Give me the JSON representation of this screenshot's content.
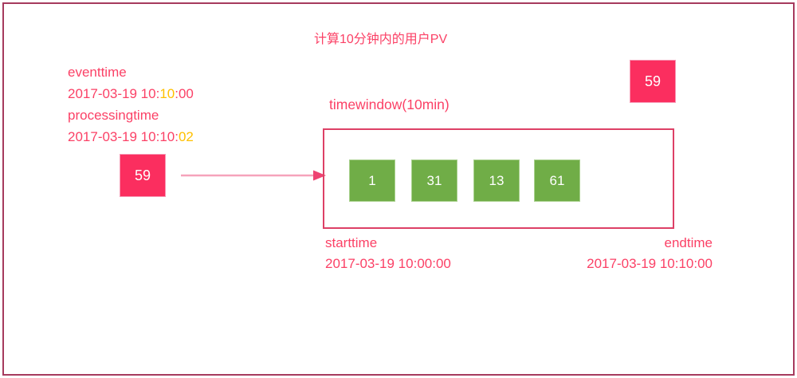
{
  "page": {
    "title": "计算10分钟内的用户PV"
  },
  "colors": {
    "page_border": "#A63A5E",
    "pink_text": "#FB4166",
    "gold_highlight": "#FFC000",
    "event_box_fill": "#FB2E5F",
    "event_box_border": "#F795B2",
    "window_border": "#DD4066",
    "green_fill": "#70AD47",
    "green_border": "#A9D18E",
    "arrow_line": "#F6A3BB",
    "arrow_head": "#EE4372"
  },
  "event_info": {
    "eventtime_label": "eventtime",
    "eventtime_prefix": "2017-03-19 10:",
    "eventtime_highlight": "10",
    "eventtime_suffix": ":00",
    "processingtime_label": "processingtime",
    "processingtime_prefix": "2017-03-19 10:10:",
    "processingtime_highlight": "02"
  },
  "incoming_event": {
    "value": "59"
  },
  "corner_event": {
    "value": "59"
  },
  "window": {
    "label": "timewindow(10min)",
    "elements": [
      "1",
      "31",
      "13",
      "61"
    ],
    "starttime_label": "starttime",
    "starttime_value": "2017-03-19 10:00:00",
    "endtime_label": "endtime",
    "endtime_value": "2017-03-19 10:10:00"
  }
}
